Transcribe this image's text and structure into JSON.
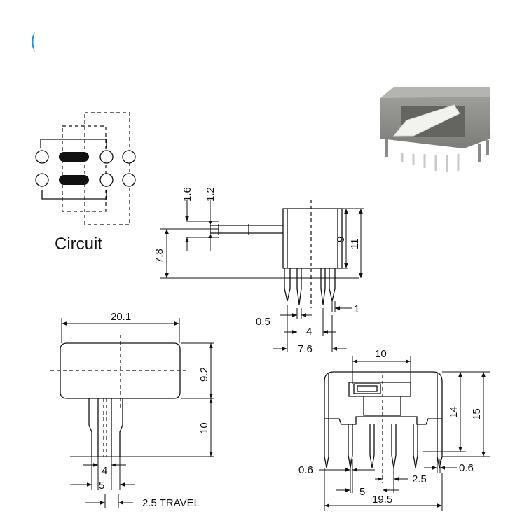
{
  "circuit": {
    "label": "Circuit"
  },
  "colors": {
    "accent": "#1e90d8",
    "line": "#111111",
    "product_body": "#8c8c88",
    "product_slider": "#f2f2ee"
  },
  "icons": {
    "logo": "blue-crescent-logo-fragment",
    "product": "slide-switch-photo"
  },
  "side_view": {
    "dims": [
      "1.6",
      "1.2",
      "7.8",
      "9",
      "11",
      "0.5",
      "1",
      "4",
      "7.6"
    ]
  },
  "top_view": {
    "dims": [
      "20.1",
      "9.2",
      "10",
      "4",
      "5",
      "2.5 TRAVEL"
    ]
  },
  "front_view": {
    "dims": [
      "10",
      "14",
      "15",
      "0.6",
      "0.6",
      "5",
      "2.5",
      "19.5"
    ]
  }
}
